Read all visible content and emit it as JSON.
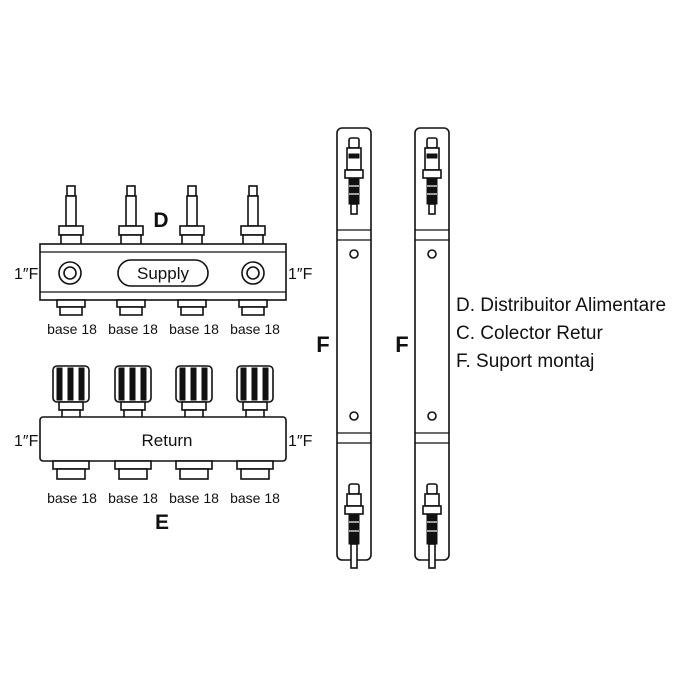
{
  "supply_manifold": {
    "letter": "D",
    "label": "Supply",
    "left_port": "1″F",
    "right_port": "1″F",
    "outlets": [
      "base 18",
      "base 18",
      "base 18",
      "base 18"
    ]
  },
  "return_manifold": {
    "letter": "E",
    "label": "Return",
    "left_port": "1″F",
    "right_port": "1″F",
    "outlets": [
      "base 18",
      "base 18",
      "base 18",
      "base 18"
    ]
  },
  "bracket_letter_left": "F",
  "bracket_letter_right": "F",
  "legend": [
    "D. Distribuitor Alimentare",
    "C. Colector Retur",
    "F. Suport montaj"
  ]
}
